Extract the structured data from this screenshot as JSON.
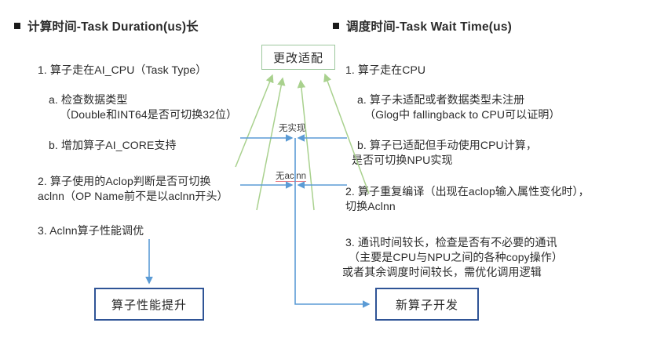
{
  "left_column": {
    "header": "计算时间-Task Duration(us)长",
    "items": [
      {
        "text": "1. 算子走在AI_CPU（Task Type）"
      },
      {
        "text": "a. 检查数据类型"
      },
      {
        "text": "（Double和INT64是否可切换32位）"
      },
      {
        "text": "b. 增加算子AI_CORE支持"
      },
      {
        "text": "2. 算子使用的Aclop判断是否可切换"
      },
      {
        "text": "aclnn（OP Name前不是以aclnn开头）"
      },
      {
        "text": "3. Aclnn算子性能调优"
      }
    ],
    "result_box": "算子性能提升"
  },
  "right_column": {
    "header": "调度时间-Task Wait Time(us)",
    "items": [
      {
        "text": "1. 算子走在CPU"
      },
      {
        "text": "a. 算子未适配或者数据类型未注册"
      },
      {
        "text": "（Glog中 fallingback to CPU可以证明）"
      },
      {
        "text": "b. 算子已适配但手动使用CPU计算，"
      },
      {
        "text": "是否可切换NPU实现"
      },
      {
        "text": "2. 算子重复编译（出现在aclop输入属性变化时），"
      },
      {
        "text": "切换Aclnn"
      },
      {
        "text": "3. 通讯时间较长，检查是否有不必要的通讯"
      },
      {
        "text": "（主要是CPU与NPU之间的各种copy操作）"
      },
      {
        "text": "或者其余调度时间较长，需优化调用逻辑"
      }
    ],
    "result_box": "新算子开发"
  },
  "center": {
    "adapt_box": "更改适配",
    "edge_label_top": "无实现",
    "edge_label_bottom": "无aclnn"
  },
  "colors": {
    "green_box_border": "#9cc79c",
    "green_arrow": "#a9d18e",
    "blue_box_border": "#2f5496",
    "blue_arrow": "#5b9bd5",
    "text": "#2b2b2b",
    "background": "#ffffff",
    "spell_underline": "#e8818a"
  }
}
